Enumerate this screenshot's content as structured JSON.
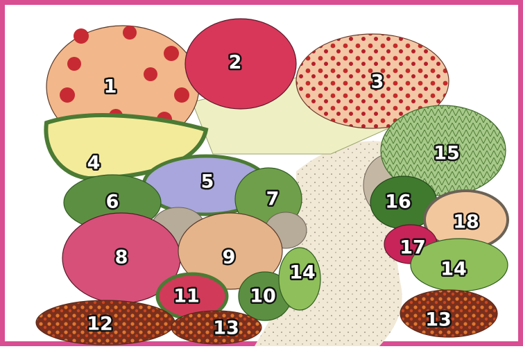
{
  "frame": {
    "border_color": "#d94d93"
  },
  "beds": [
    {
      "id": "bed-1",
      "label": "1"
    },
    {
      "id": "bed-2",
      "label": "2"
    },
    {
      "id": "bed-3",
      "label": "3"
    },
    {
      "id": "bed-4",
      "label": "4"
    },
    {
      "id": "bed-5",
      "label": "5"
    },
    {
      "id": "bed-6",
      "label": "6"
    },
    {
      "id": "bed-7",
      "label": "7"
    },
    {
      "id": "bed-8",
      "label": "8"
    },
    {
      "id": "bed-9",
      "label": "9"
    },
    {
      "id": "bed-10",
      "label": "10"
    },
    {
      "id": "bed-11",
      "label": "11"
    },
    {
      "id": "bed-12",
      "label": "12"
    },
    {
      "id": "bed-13-left",
      "label": "13"
    },
    {
      "id": "bed-13-right",
      "label": "13"
    },
    {
      "id": "bed-14-left",
      "label": "14"
    },
    {
      "id": "bed-14-right",
      "label": "14"
    },
    {
      "id": "bed-15",
      "label": "15"
    },
    {
      "id": "bed-16",
      "label": "16"
    },
    {
      "id": "bed-17",
      "label": "17"
    },
    {
      "id": "bed-18",
      "label": "18"
    }
  ]
}
